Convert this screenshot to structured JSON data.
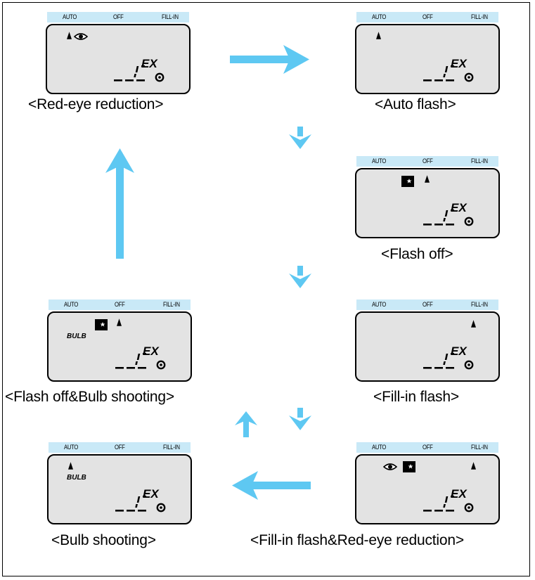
{
  "mode_labels": [
    "AUTO",
    "OFF",
    "FILL-IN"
  ],
  "counter_text": "EX",
  "bulb_text": "BULB",
  "captions": {
    "red_eye": "<Red-eye reduction>",
    "auto_flash": "<Auto flash>",
    "flash_off": "<Flash off>",
    "fill_in": "<Fill-in flash>",
    "flash_off_bulb": "<Flash off&Bulb shooting>",
    "bulb": "<Bulb shooting>",
    "fill_in_red_eye": "<Fill-in flash&Red-eye reduction>"
  },
  "colors": {
    "arrow": "#5ec8f2",
    "strip": "#c9e9f7",
    "lcd": "#e3e3e3"
  },
  "icons": [
    "flash-icon",
    "red-eye-icon",
    "night-mode-icon",
    "self-timer-icon"
  ]
}
